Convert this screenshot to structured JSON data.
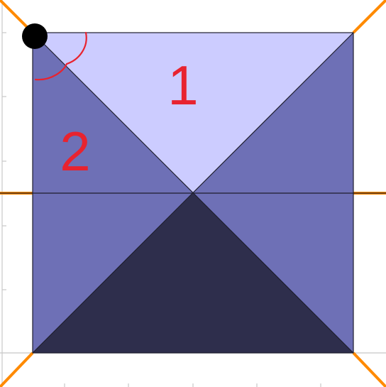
{
  "figure": {
    "colors": {
      "background": "#ffffff",
      "top_triangle": "#ccccff",
      "side_triangles": "#6e70b6",
      "bottom_triangle": "#2e2e4c",
      "edges": "#1e1e2e",
      "axis": "#c8c8c8",
      "orange_lines": "#ff8a00",
      "annotation": "#e8232f",
      "corner_dot": "#000000"
    },
    "labels": {
      "region_1": "1",
      "region_2": "2"
    },
    "icons": {
      "corner_marker": "filled-circle",
      "angle_marker": "arc"
    }
  }
}
